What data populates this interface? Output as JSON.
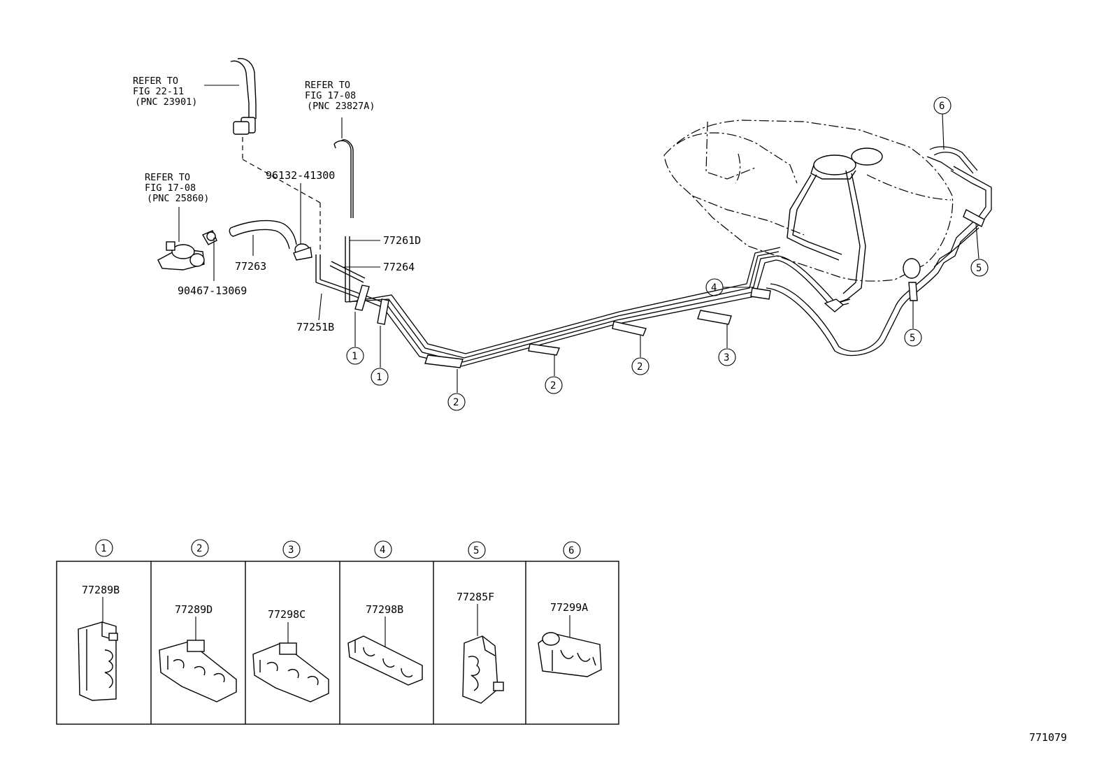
{
  "references": {
    "ref1": {
      "line1": "REFER TO",
      "line2": "FIG 22-11",
      "line3": "(PNC 23901)"
    },
    "ref2": {
      "line1": "REFER TO",
      "line2": "FIG 17-08",
      "line3": "(PNC 23827A)"
    },
    "ref3": {
      "line1": "REFER TO",
      "line2": "FIG 17-08",
      "line3": "(PNC 25860)"
    }
  },
  "parts": {
    "p96132": "96132-41300",
    "p77261D": "77261D",
    "p77264": "77264",
    "p77263": "77263",
    "p90467": "90467-13069",
    "p77251B": "77251B"
  },
  "callouts": {
    "c1": "1",
    "c2": "2",
    "c3": "3",
    "c4": "4",
    "c5": "5",
    "c6": "6"
  },
  "legend": [
    {
      "index": "1",
      "part": "77289B"
    },
    {
      "index": "2",
      "part": "77289D"
    },
    {
      "index": "3",
      "part": "77298C"
    },
    {
      "index": "4",
      "part": "77298B"
    },
    {
      "index": "5",
      "part": "77285F"
    },
    {
      "index": "6",
      "part": "77299A"
    }
  ],
  "figure_id": "771079"
}
